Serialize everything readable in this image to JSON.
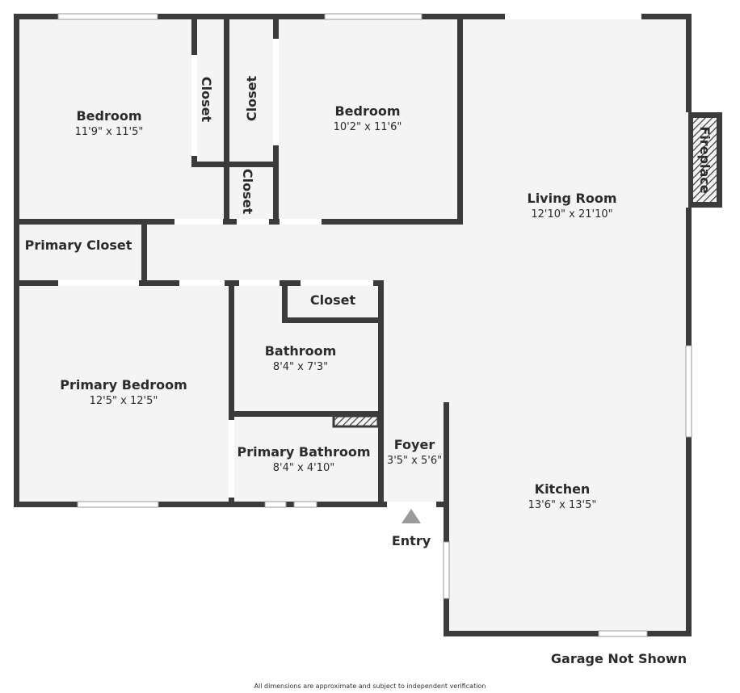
{
  "rooms": {
    "bedroom_left": {
      "name": "Bedroom",
      "dims": "11'9\" x 11'5\""
    },
    "closet_a": {
      "name": "Closet"
    },
    "closet_b": {
      "name": "Closet"
    },
    "closet_c": {
      "name": "Closet"
    },
    "bedroom_mid": {
      "name": "Bedroom",
      "dims": "10'2\" x 11'6\""
    },
    "living_room": {
      "name": "Living Room",
      "dims": "12'10\" x 21'10\""
    },
    "fireplace": {
      "name": "Fireplace"
    },
    "primary_closet": {
      "name": "Primary Closet"
    },
    "hall_closet": {
      "name": "Closet"
    },
    "bathroom": {
      "name": "Bathroom",
      "dims": "8'4\" x 7'3\""
    },
    "primary_bedroom": {
      "name": "Primary Bedroom",
      "dims": "12'5\" x 12'5\""
    },
    "primary_bathroom": {
      "name": "Primary Bathroom",
      "dims": "8'4\" x 4'10\""
    },
    "foyer": {
      "name": "Foyer",
      "dims": "3'5\" x 5'6\""
    },
    "kitchen": {
      "name": "Kitchen",
      "dims": "13'6\" x 13'5\""
    }
  },
  "entry_label": "Entry",
  "garage_note": "Garage Not Shown",
  "disclaimer": "All dimensions are approximate and subject to independent verification",
  "colors": {
    "wall": "#3b3b3b",
    "floor": "#f4f4f4",
    "background": "#ffffff"
  }
}
